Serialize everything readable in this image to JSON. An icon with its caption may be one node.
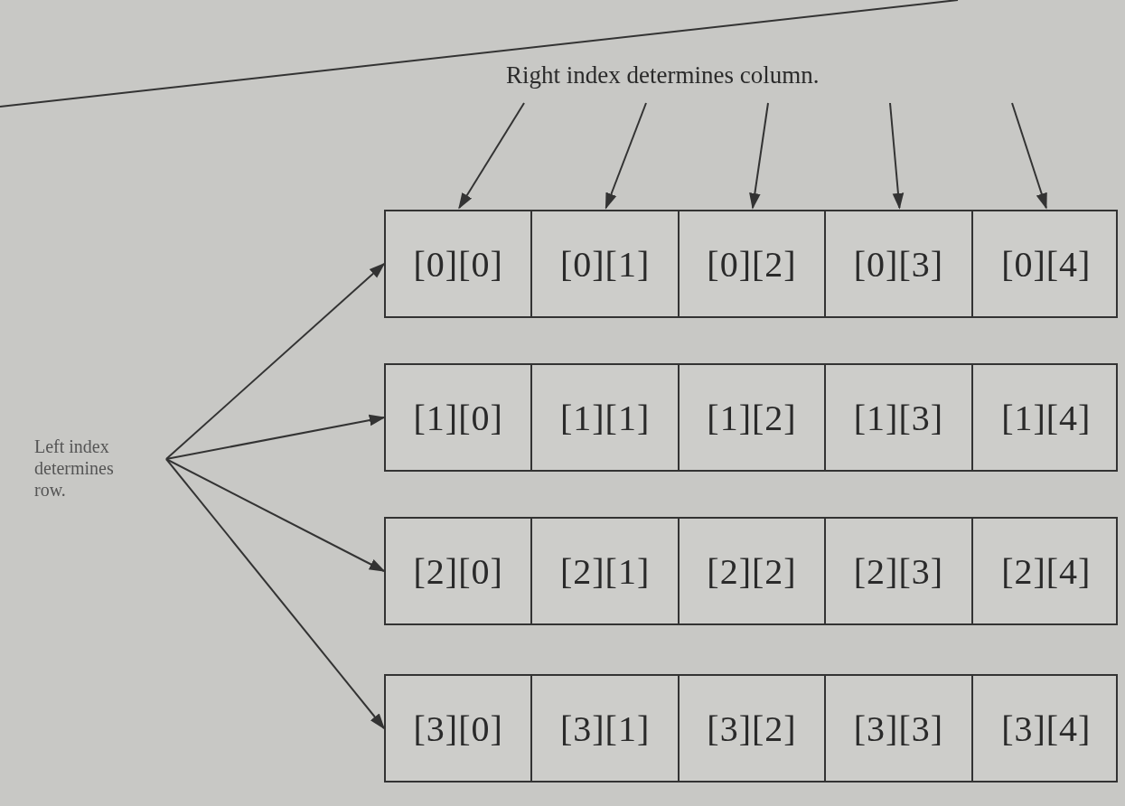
{
  "diagram": {
    "nodes": [
      {
        "text": [
          "Right index determines column."
        ]
      },
      {
        "text": [
          "Left index determines row."
        ]
      },
      {
        "text": [],
        "shape": "box"
      },
      {
        "text": [
          "[0][0]"
        ],
        "in": 2
      },
      {
        "text": [
          "[0][1]"
        ],
        "in": 2
      },
      {
        "text": [
          "[0][2]"
        ],
        "in": 2
      },
      {
        "text": [
          "[0][3]"
        ],
        "in": 2
      },
      {
        "text": [
          "[0][4]"
        ],
        "in": 2
      },
      {
        "text": [],
        "shape": "box"
      },
      {
        "text": [
          "[1][0]"
        ],
        "in": 8
      },
      {
        "text": [
          "[1][1]"
        ],
        "in": 8
      },
      {
        "text": [
          "[1][2]"
        ],
        "in": 8
      },
      {
        "text": [
          "[1][3]"
        ],
        "in": 8
      },
      {
        "text": [
          "[1][4]"
        ],
        "in": 8
      },
      {
        "text": [],
        "shape": "box"
      },
      {
        "text": [
          "[2][0]"
        ],
        "in": 14
      },
      {
        "text": [
          "[2][1]"
        ],
        "in": 14
      },
      {
        "text": [
          "[2][2]"
        ],
        "in": 14
      },
      {
        "text": [
          "[2][3]"
        ],
        "in": 14
      },
      {
        "text": [
          "[2][4]"
        ],
        "in": 14
      },
      {
        "text": [],
        "shape": "box"
      },
      {
        "text": [
          "[3][0]"
        ],
        "in": 20
      },
      {
        "text": [
          "[3][1]"
        ],
        "in": 20
      },
      {
        "text": [
          "[3][2]"
        ],
        "in": 20
      },
      {
        "text": [
          "[3][3]"
        ],
        "in": 20
      },
      {
        "text": [
          "[3][4]"
        ],
        "in": 20
      }
    ],
    "edges": [
      {
        "from": 0,
        "to": 3,
        "arrow": "to"
      },
      {
        "from": 0,
        "to": 4,
        "arrow": "to"
      },
      {
        "from": 0,
        "to": 5,
        "arrow": "to"
      },
      {
        "from": 0,
        "to": 6,
        "arrow": "to"
      },
      {
        "from": 0,
        "to": 7,
        "arrow": "to"
      },
      {
        "from": 1,
        "to": 2,
        "arrow": "to"
      },
      {
        "from": 1,
        "to": 8,
        "arrow": "to"
      },
      {
        "from": 1,
        "to": 14,
        "arrow": "to"
      },
      {
        "from": 1,
        "to": 20,
        "arrow": "to"
      }
    ]
  }
}
